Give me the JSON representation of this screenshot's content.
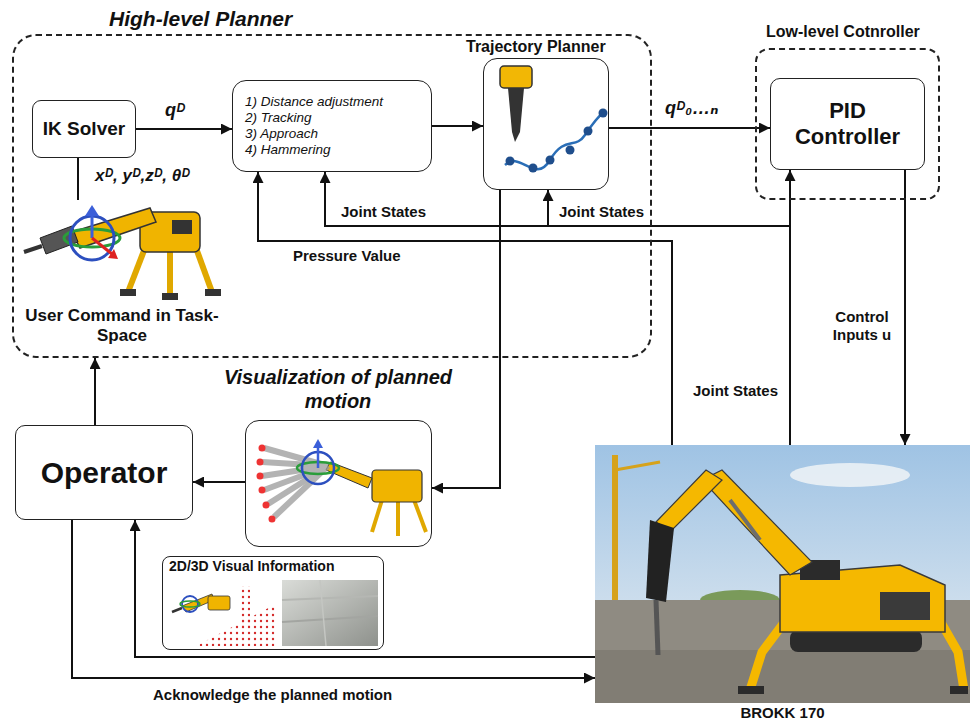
{
  "diagram": {
    "nodes": [
      {
        "text": [
          "High-level Planner"
        ]
      },
      {
        "text": [
          "IK Solver"
        ],
        "in": 0
      },
      {
        "text": [
          "1) Distance adjustment",
          "2) Tracking",
          "3) Approach",
          "4) Hammering"
        ],
        "in": 0
      },
      {
        "text": [
          "Trajectory Planner"
        ],
        "in": 0
      },
      {
        "text": [
          "User Command in Task-Space"
        ],
        "in": 0
      },
      {
        "text": [
          "Low-level Cotnroller"
        ]
      },
      {
        "text": [
          "PID Controller"
        ],
        "in": 5
      },
      {
        "text": [
          "Operator"
        ]
      },
      {
        "text": [
          "Visualization of planned motion"
        ]
      },
      {
        "text": [
          "2D/3D Visual Information"
        ]
      },
      {
        "text": [
          "BROKK 170"
        ]
      }
    ],
    "edges": [
      {
        "from": 1,
        "to": 2,
        "arrow": "to",
        "label": "qᴰ"
      },
      {
        "from": 4,
        "to": 1,
        "arrow": "none",
        "label": "xᴰ, yᴰ,zᴰ, θᴰ"
      },
      {
        "from": 2,
        "to": 3,
        "arrow": "to"
      },
      {
        "from": 3,
        "to": 6,
        "arrow": "to",
        "label": "qᴰ₀…ₙ"
      },
      {
        "from": 10,
        "to": 2,
        "arrow": "to",
        "label": "Joint States"
      },
      {
        "from": 10,
        "to": 3,
        "arrow": "to",
        "label": "Joint States"
      },
      {
        "from": 10,
        "to": 2,
        "arrow": "to",
        "label": "Pressure Value"
      },
      {
        "from": 10,
        "to": 6,
        "arrow": "to",
        "label": "Joint States"
      },
      {
        "from": 6,
        "to": 10,
        "arrow": "to",
        "label": "Control Inputs u"
      },
      {
        "from": 3,
        "to": 8,
        "arrow": "to"
      },
      {
        "from": 8,
        "to": 7,
        "arrow": "to"
      },
      {
        "from": 7,
        "to": 0,
        "arrow": "to"
      },
      {
        "from": 10,
        "to": 7,
        "arrow": "to"
      },
      {
        "from": 7,
        "to": 10,
        "arrow": "to",
        "label": "Acknowledge the planned motion"
      }
    ]
  }
}
